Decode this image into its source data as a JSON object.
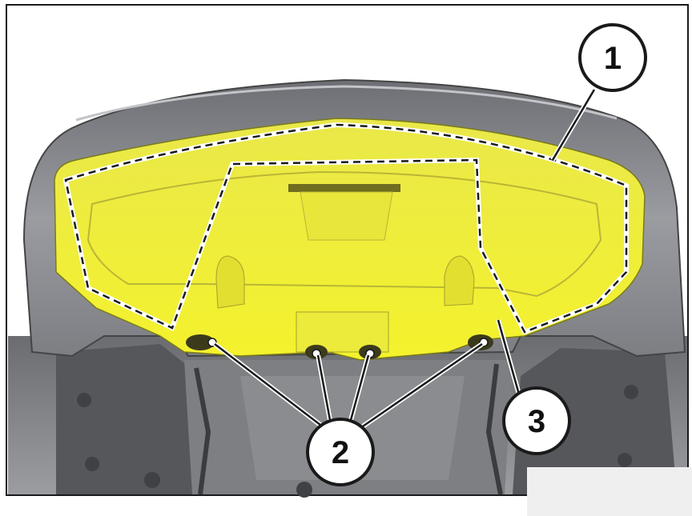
{
  "callouts": [
    {
      "number": "1"
    },
    {
      "number": "2"
    },
    {
      "number": "3"
    }
  ],
  "colors": {
    "highlight": "#f2f230",
    "body": "#8d8f94",
    "body_dark": "#5f6166",
    "outline": "#1a1a1a",
    "background": "#ffffff"
  }
}
